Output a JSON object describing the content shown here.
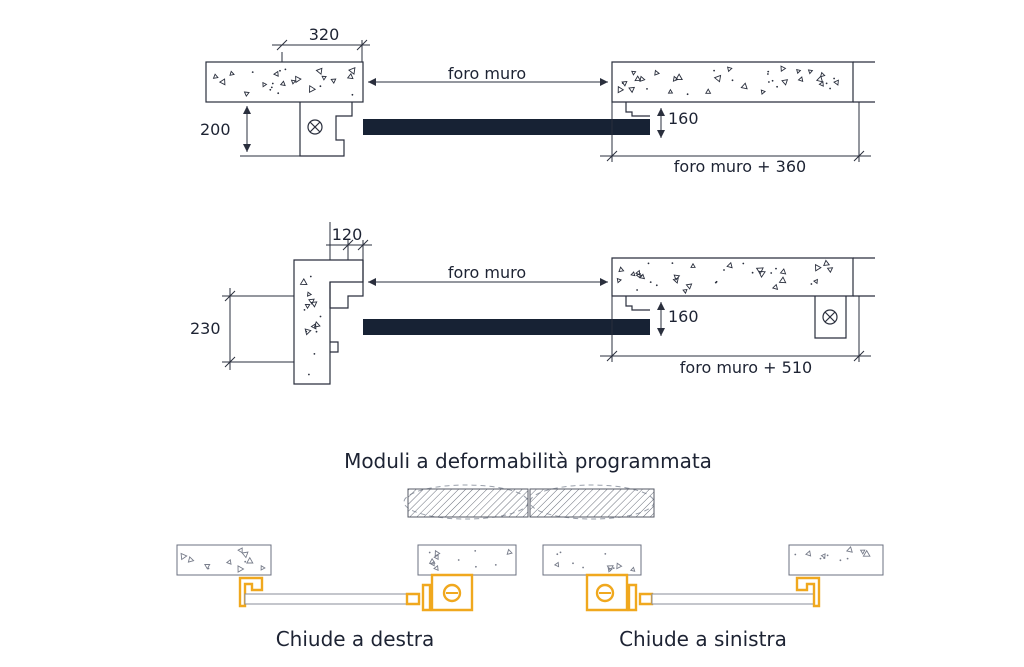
{
  "diagram1": {
    "dim_jamb": "320",
    "dim_opening": "foro muro",
    "dim_height": "200",
    "dim_leaf_offset": "160",
    "dim_total": "foro muro + 360"
  },
  "diagram2": {
    "dim_jamb": "120",
    "dim_opening": "foro muro",
    "dim_height": "230",
    "dim_leaf_offset": "160",
    "dim_total": "foro muro + 510"
  },
  "modules": {
    "title": "Moduli a deformabilità programmata"
  },
  "closing": {
    "right_label": "Chiude a destra",
    "left_label": "Chiude a sinistra"
  },
  "colors": {
    "line": "#2a2f3d",
    "leaf": "#172234",
    "profile_accent": "#f0a81e",
    "text": "#1d2333"
  }
}
